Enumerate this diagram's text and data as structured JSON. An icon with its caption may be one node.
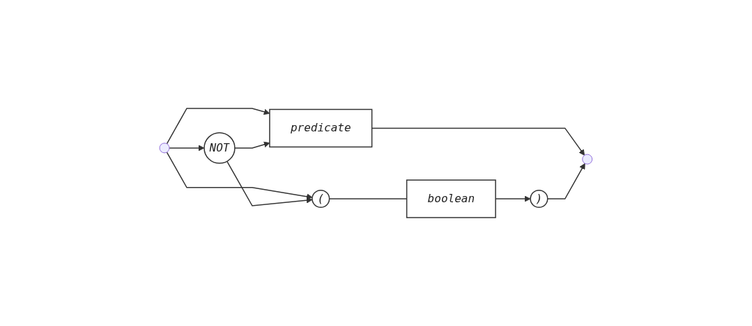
{
  "diagram": {
    "nodes": [
      {
        "text": [
          "NOT"
        ]
      },
      {
        "text": [
          "predicate"
        ]
      },
      {
        "text": [
          "("
        ]
      },
      {
        "text": [
          "boolean"
        ]
      },
      {
        "text": [
          ")"
        ]
      }
    ],
    "edges": [
      {
        "from": null,
        "to": 0,
        "arrow": "to"
      },
      {
        "from": null,
        "to": 1,
        "arrow": "to"
      },
      {
        "from": null,
        "to": 2,
        "arrow": "to"
      },
      {
        "from": 0,
        "to": 1,
        "arrow": "to"
      },
      {
        "from": 0,
        "to": 2,
        "arrow": "to"
      },
      {
        "from": 2,
        "to": 3,
        "arrow": "none"
      },
      {
        "from": 3,
        "to": 4,
        "arrow": "to"
      },
      {
        "from": 1,
        "to": null,
        "arrow": "to"
      },
      {
        "from": 4,
        "to": null,
        "arrow": "to"
      }
    ]
  }
}
